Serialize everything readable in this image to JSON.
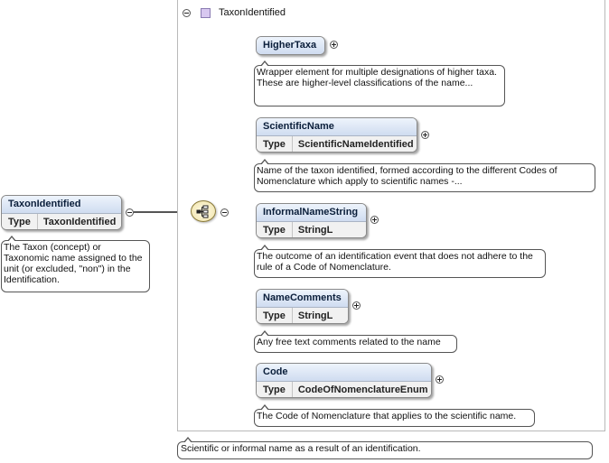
{
  "group": {
    "title": "TaxonIdentified"
  },
  "root": {
    "name": "TaxonIdentified",
    "type_label": "Type",
    "type_value": "TaxonIdentified",
    "description": "The Taxon (concept) or Taxonomic name assigned to the unit (or excluded, \"non\") in the Identification."
  },
  "children": [
    {
      "name": "HigherTaxa",
      "type_label": "",
      "type_value": "",
      "description": "Wrapper element for multiple designations of higher taxa. These are higher-level classifications of the name..."
    },
    {
      "name": "ScientificName",
      "type_label": "Type",
      "type_value": "ScientificNameIdentified",
      "description": "Name of the taxon identified, formed according to the different Codes of Nomenclature which apply to scientific names -..."
    },
    {
      "name": "InformalNameString",
      "type_label": "Type",
      "type_value": "StringL",
      "description": "The outcome of an identification event that does not adhere to the rule of a Code of Nomenclature."
    },
    {
      "name": "NameComments",
      "type_label": "Type",
      "type_value": "StringL",
      "description": "Any free text comments related to the name"
    },
    {
      "name": "Code",
      "type_label": "Type",
      "type_value": "CodeOfNomenclatureEnum",
      "description": "The Code of Nomenclature that applies to the scientific name."
    }
  ],
  "footer": {
    "description": "Scientific or informal name as a result of an identification."
  },
  "icons": {
    "group": "complex-type-icon",
    "sequence": "sequence-compositor-icon",
    "collapse": "collapse-icon",
    "expand": "expand-icon"
  },
  "colors": {
    "node_header": "#cfdcf0",
    "group_icon": "#d8c8f0",
    "sequence_icon": "#efe2a6"
  }
}
